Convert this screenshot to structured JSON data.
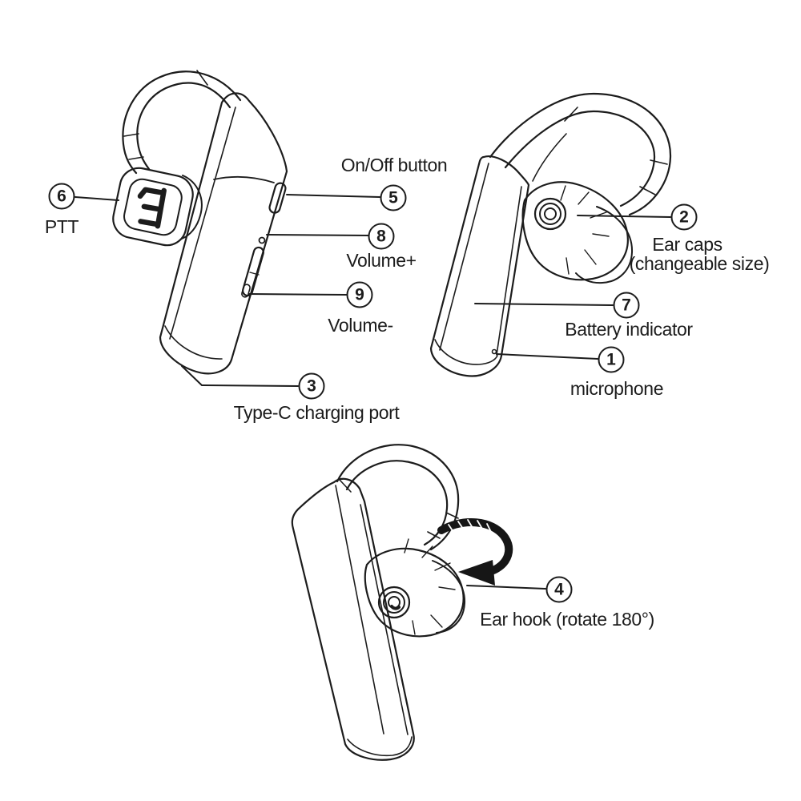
{
  "colors": {
    "background": "#ffffff",
    "ink": "#1c1c1c"
  },
  "callouts": [
    {
      "number": "6",
      "label": "PTT"
    },
    {
      "number": "5",
      "label": "On/Off button"
    },
    {
      "number": "8",
      "label": "Volume+"
    },
    {
      "number": "9",
      "label": "Volume-"
    },
    {
      "number": "3",
      "label": "Type-C charging port"
    },
    {
      "number": "2",
      "label": "Ear caps",
      "sublabel": "(changeable size)"
    },
    {
      "number": "7",
      "label": "Battery indicator"
    },
    {
      "number": "1",
      "label": "microphone"
    },
    {
      "number": "4",
      "label": "Ear hook (rotate 180°)"
    }
  ]
}
